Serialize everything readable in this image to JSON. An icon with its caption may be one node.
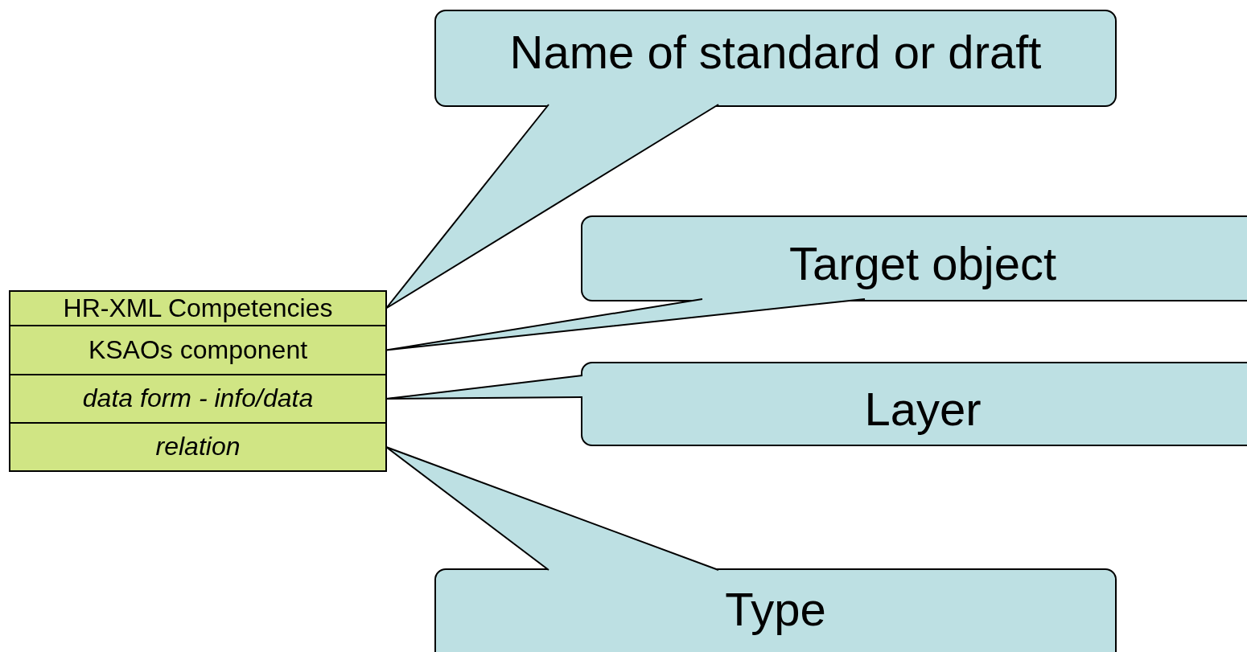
{
  "diagram": {
    "nodes": [
      {
        "text": [
          "HR-XML Competencies"
        ]
      },
      {
        "text": [
          "KSAOs component"
        ]
      },
      {
        "text": [
          "data form - info/data"
        ]
      },
      {
        "text": [
          "relation"
        ]
      },
      {
        "text": [
          "Name of standard or draft"
        ]
      },
      {
        "text": [
          "Target object"
        ]
      },
      {
        "text": [
          "Layer"
        ]
      },
      {
        "text": [
          "Type"
        ]
      }
    ],
    "edges": [
      {
        "from": 4,
        "to": 0,
        "arrow": "none"
      },
      {
        "from": 5,
        "to": 1,
        "arrow": "none"
      },
      {
        "from": 6,
        "to": 2,
        "arrow": "none"
      },
      {
        "from": 7,
        "to": 3,
        "arrow": "none"
      }
    ]
  }
}
